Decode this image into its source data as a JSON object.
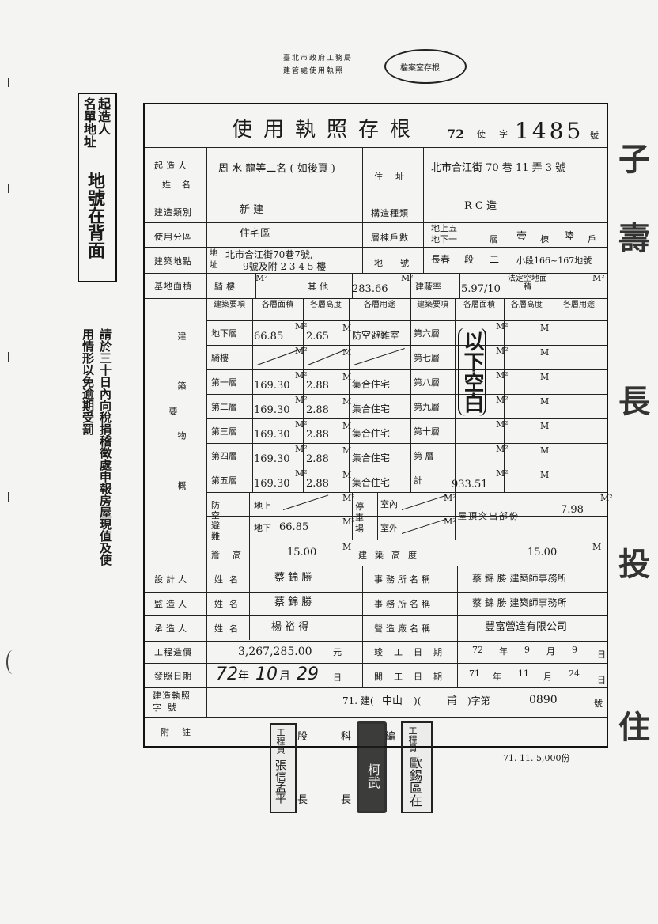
{
  "top_stamp": {
    "line1": "臺北市政府工務局",
    "line2": "建管處使用執照",
    "round_text": "檔案室存根"
  },
  "left_label": {
    "line1": "起造人",
    "line2": "名單地址",
    "line3": "地號在背面"
  },
  "left_note": "請於三十日內向稅捐稽徵處申報房屋現值及使用情形以免逾期受罰",
  "header": {
    "title": "使用執照存根",
    "year": "72",
    "shi": "使",
    "zi": "字",
    "number": "1485",
    "hao": "號"
  },
  "owner": {
    "label1": "起造人",
    "label2": "姓名",
    "value": "周 水 龍等二名 ( 如後頁 )",
    "addr_label": "住址",
    "addr_value": "北市合江街 70 巷 11 弄 3 號"
  },
  "build_type": {
    "label": "建造類別",
    "value": "新 建",
    "struct_label": "構造種類",
    "struct_value": "R C 造"
  },
  "usage": {
    "label": "使用分區",
    "value": "住宅區",
    "floors_label": "層棟戶數",
    "floors_above": "地上五",
    "floors_below": "地下一",
    "ceng": "層",
    "dong_value": "壹",
    "dong": "棟",
    "hu_value": "陸",
    "hu": "戶"
  },
  "site": {
    "label": "建築地點",
    "sub1": "地",
    "sub2": "址",
    "addr1": "北市合江街70巷7號,",
    "addr2": "9號及附 2 3 4 5 樓",
    "lot_label": "地號",
    "lot_value1": "長春",
    "lot_value2": "段",
    "lot_value3": "二",
    "lot_value4": "小段166~167地號"
  },
  "area_row": {
    "label": "基地面積",
    "ride_label": "騎樓",
    "other_label": "其他",
    "other_value": "283.66",
    "m2": "M²",
    "coverage_label": "建蔽率",
    "coverage_value": "5.97/10",
    "legal_label": "法定空地面積"
  },
  "outline": {
    "side_label": "建築物概要",
    "headers": {
      "item": "建築要項",
      "area": "各層面積",
      "height": "各層高度",
      "use": "各層用途"
    },
    "m2": "M²",
    "m": "M",
    "left_rows": [
      {
        "item": "地下層",
        "area": "66.85",
        "height": "2.65",
        "use": "防空避難室"
      },
      {
        "item": "騎樓",
        "area": "",
        "height": "",
        "use": ""
      },
      {
        "item": "第一層",
        "area": "169.30",
        "height": "2.88",
        "use": "集合住宅"
      },
      {
        "item": "第二層",
        "area": "169.30",
        "height": "2.88",
        "use": "集合住宅"
      },
      {
        "item": "第三層",
        "area": "169.30",
        "height": "2.88",
        "use": "集合住宅"
      },
      {
        "item": "第四層",
        "area": "169.30",
        "height": "2.88",
        "use": "集合住宅"
      },
      {
        "item": "第五層",
        "area": "169.30",
        "height": "2.88",
        "use": "集合住宅"
      }
    ],
    "right_items": [
      "第六層",
      "第七層",
      "第八層",
      "第九層",
      "第十層",
      "第 層",
      "計"
    ],
    "total_value": "933.51",
    "handwritten": "以下空白",
    "shelter_label": "防空避難",
    "above_label": "地上",
    "below_label": "地下",
    "below_value": "66.85",
    "parking_label": "停車場",
    "indoor_label": "室內",
    "outdoor_label": "室外",
    "roof_label": "屋頂突出部份",
    "roof_value": "7.98",
    "eave_label": "簷高",
    "eave_value": "15.00",
    "bh_label": "建築高度",
    "bh_value": "15.00"
  },
  "designer": {
    "label": "設計人",
    "name_label": "姓名",
    "name": "蔡 錦 勝",
    "office_label": "事務所名稱",
    "office": "蔡 錦 勝  建築師事務所"
  },
  "supervisor": {
    "label": "監造人",
    "name_label": "姓名",
    "name": "蔡 錦 勝",
    "office_label": "事務所名稱",
    "office": "蔡 錦 勝  建築師事務所"
  },
  "contractor": {
    "label": "承造人",
    "name_label": "姓名",
    "name": "楊 裕 得",
    "company_label": "營造廠名稱",
    "company": "豐富營造有限公司"
  },
  "cost": {
    "label": "工程造價",
    "value": "3,267,285.00",
    "unit": "元",
    "finish_label": "竣工日期",
    "finish_y": "72",
    "finish_m": "9",
    "finish_d": "9"
  },
  "issue": {
    "label": "發照日期",
    "y": "72",
    "m": "10",
    "d": "29",
    "start_label": "開工日期",
    "start_y": "71",
    "start_m": "11",
    "start_d": "24",
    "nian": "年",
    "yue": "月",
    "ri": "日"
  },
  "permit": {
    "label1": "建造執照",
    "label2": "字號",
    "prefix": "71. 建(",
    "district": "中山",
    "mid": ")(",
    "type": "甫",
    "suffix": ")字第",
    "number": "0890",
    "hao": "號"
  },
  "remark": {
    "label": "附註"
  },
  "signoff": {
    "ke": "科",
    "gu": "股",
    "bian": "編",
    "zhang": "長",
    "stamp1": "工程員",
    "name1": "張信孟平",
    "stamp2": "工程員",
    "name2": "歐錫區在",
    "name3": "柯武"
  },
  "footer": "71. 11. 5,000份",
  "right_margin": "子壽 長 投 住"
}
